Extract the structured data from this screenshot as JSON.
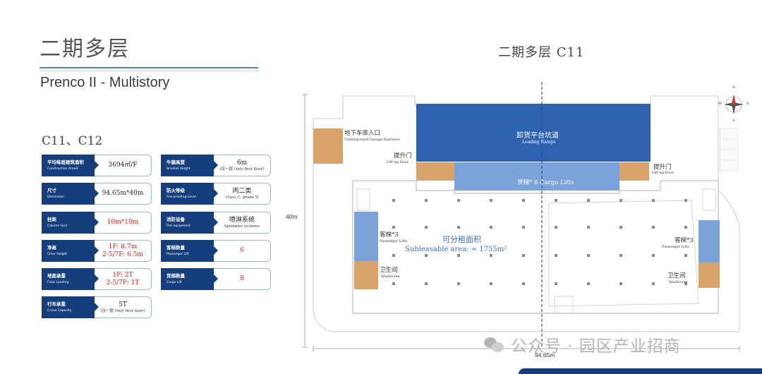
{
  "header": {
    "title_zh": "二期多层",
    "title_en": "Prenco II - Multistory",
    "buildings": "C11、C12"
  },
  "specs": [
    {
      "label_zh": "平均每层建筑面积",
      "label_en": "Construction Area/F",
      "value": "3694㎡/F",
      "sub": "",
      "red": false
    },
    {
      "label_zh": "牛腿高度",
      "label_en": "Bracket Height",
      "value": "6m",
      "sub": "(仅一层 Only first floor)",
      "red": false
    },
    {
      "label_zh": "尺寸",
      "label_en": "Dimension",
      "value": "94.65m*40m",
      "sub": "",
      "red": false
    },
    {
      "label_zh": "防火等级",
      "label_en": "Fire-proofing Level",
      "value": "丙二类",
      "sub": "Class C, grade II",
      "red": false
    },
    {
      "label_zh": "柱距",
      "label_en": "Column Grid",
      "value": "10m*10m",
      "sub": "",
      "red": true
    },
    {
      "label_zh": "消防设备",
      "label_en": "Fire equipment",
      "value": "喷淋系统",
      "sub": "Sprinkler systems",
      "red": false
    },
    {
      "label_zh": "净高",
      "label_en": "Clear Height",
      "value": "1F: 8.7m",
      "sub": "2-5/7F: 6.5m",
      "red": true
    },
    {
      "label_zh": "客梯数量",
      "label_en": "Passenger Lift",
      "value": "6",
      "sub": "",
      "red": true
    },
    {
      "label_zh": "地面承重",
      "label_en": "Floor Loading",
      "value": "1F: 2T",
      "sub": "2-5/7F: 1T",
      "red": true
    },
    {
      "label_zh": "货梯数量",
      "label_en": "Cargo Lift",
      "value": "8",
      "sub": "",
      "red": true
    },
    {
      "label_zh": "行车承重",
      "label_en": "Crane Capacity",
      "value": "5T",
      "sub": "(仅一层 Only first floor)",
      "red": false
    }
  ],
  "plan": {
    "title": "二期多层 C11",
    "height_label": "40m",
    "width_label": "94.65m",
    "ramp_zh": "卸货平台坑道",
    "ramp_en": "Loading Ramps",
    "garage_zh": "地下车库入口",
    "garage_en": "Underground Garage Entrance",
    "liftdoor_zh": "提升门",
    "liftdoor_en": "Lift-up Door",
    "cargo_lifts": "货梯* 8  Cargo Lifts",
    "passenger_zh": "客梯*3",
    "passenger_en": "Passenger Lifts",
    "area_zh": "可分租面积",
    "area_en": "Subleasable area: ≈ 1755m²",
    "washroom_zh": "卫生间",
    "washroom_en": "Washroom",
    "compass_n": "N",
    "compass_s": "S",
    "compass_e": "E",
    "compass_w": "W"
  },
  "watermark": "公众号 · 园区产业招商",
  "colors": {
    "navy": "#163e7a",
    "blue_zone": "#2e61ae",
    "light_blue": "#7ba2d9",
    "tan": "#d8a46b",
    "red": "#d21e1e"
  }
}
